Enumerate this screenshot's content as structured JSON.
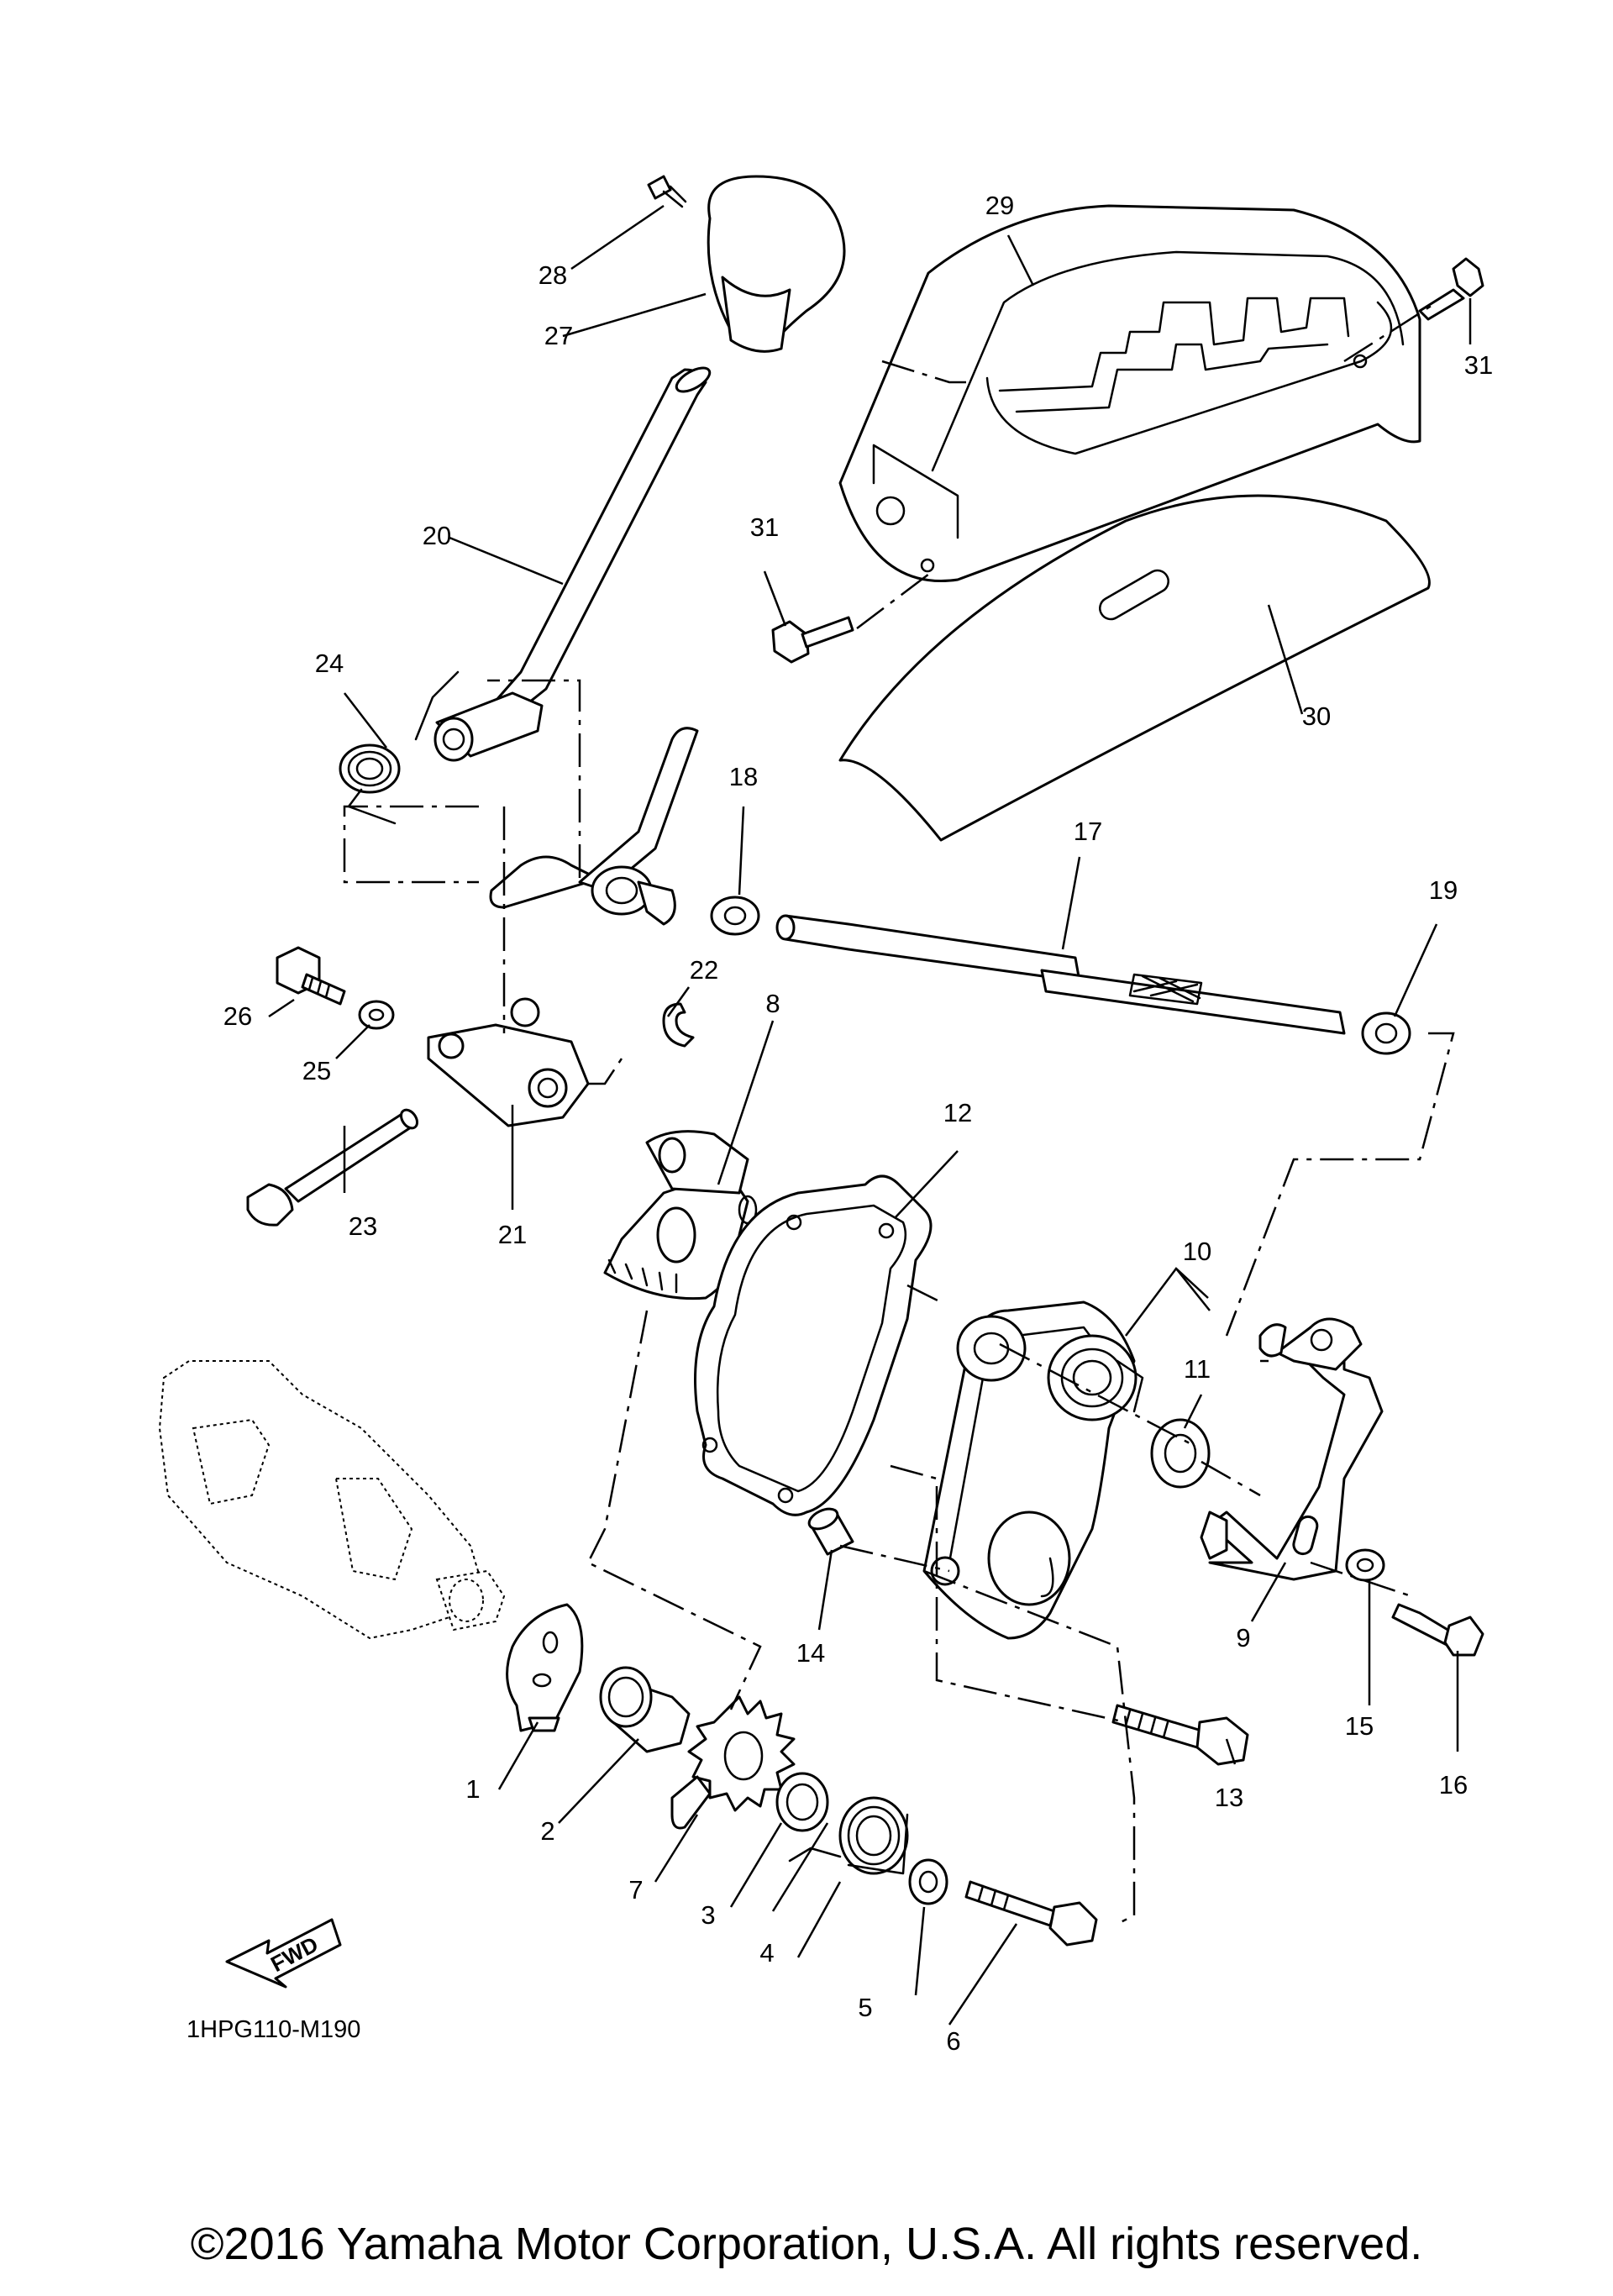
{
  "diagram": {
    "code": "1HPG110-M190",
    "fwd_label": "FWD",
    "callouts": [
      {
        "id": "c1",
        "label": "1"
      },
      {
        "id": "c2",
        "label": "2"
      },
      {
        "id": "c3",
        "label": "3"
      },
      {
        "id": "c4",
        "label": "4"
      },
      {
        "id": "c5",
        "label": "5"
      },
      {
        "id": "c6",
        "label": "6"
      },
      {
        "id": "c7",
        "label": "7"
      },
      {
        "id": "c8",
        "label": "8"
      },
      {
        "id": "c9",
        "label": "9"
      },
      {
        "id": "c10",
        "label": "10"
      },
      {
        "id": "c11",
        "label": "11"
      },
      {
        "id": "c12",
        "label": "12"
      },
      {
        "id": "c13",
        "label": "13"
      },
      {
        "id": "c14",
        "label": "14"
      },
      {
        "id": "c15",
        "label": "15"
      },
      {
        "id": "c16",
        "label": "16"
      },
      {
        "id": "c17",
        "label": "17"
      },
      {
        "id": "c18",
        "label": "18"
      },
      {
        "id": "c19",
        "label": "19"
      },
      {
        "id": "c20",
        "label": "20"
      },
      {
        "id": "c21",
        "label": "21"
      },
      {
        "id": "c22",
        "label": "22"
      },
      {
        "id": "c23",
        "label": "23"
      },
      {
        "id": "c24",
        "label": "24"
      },
      {
        "id": "c25",
        "label": "25"
      },
      {
        "id": "c26",
        "label": "26"
      },
      {
        "id": "c27",
        "label": "27"
      },
      {
        "id": "c28",
        "label": "28"
      },
      {
        "id": "c29",
        "label": "29"
      },
      {
        "id": "c30",
        "label": "30"
      },
      {
        "id": "c31a",
        "label": "31"
      },
      {
        "id": "c31b",
        "label": "31"
      }
    ]
  },
  "footer": {
    "copyright": "©2016 Yamaha Motor Corporation, U.S.A. All rights reserved."
  }
}
